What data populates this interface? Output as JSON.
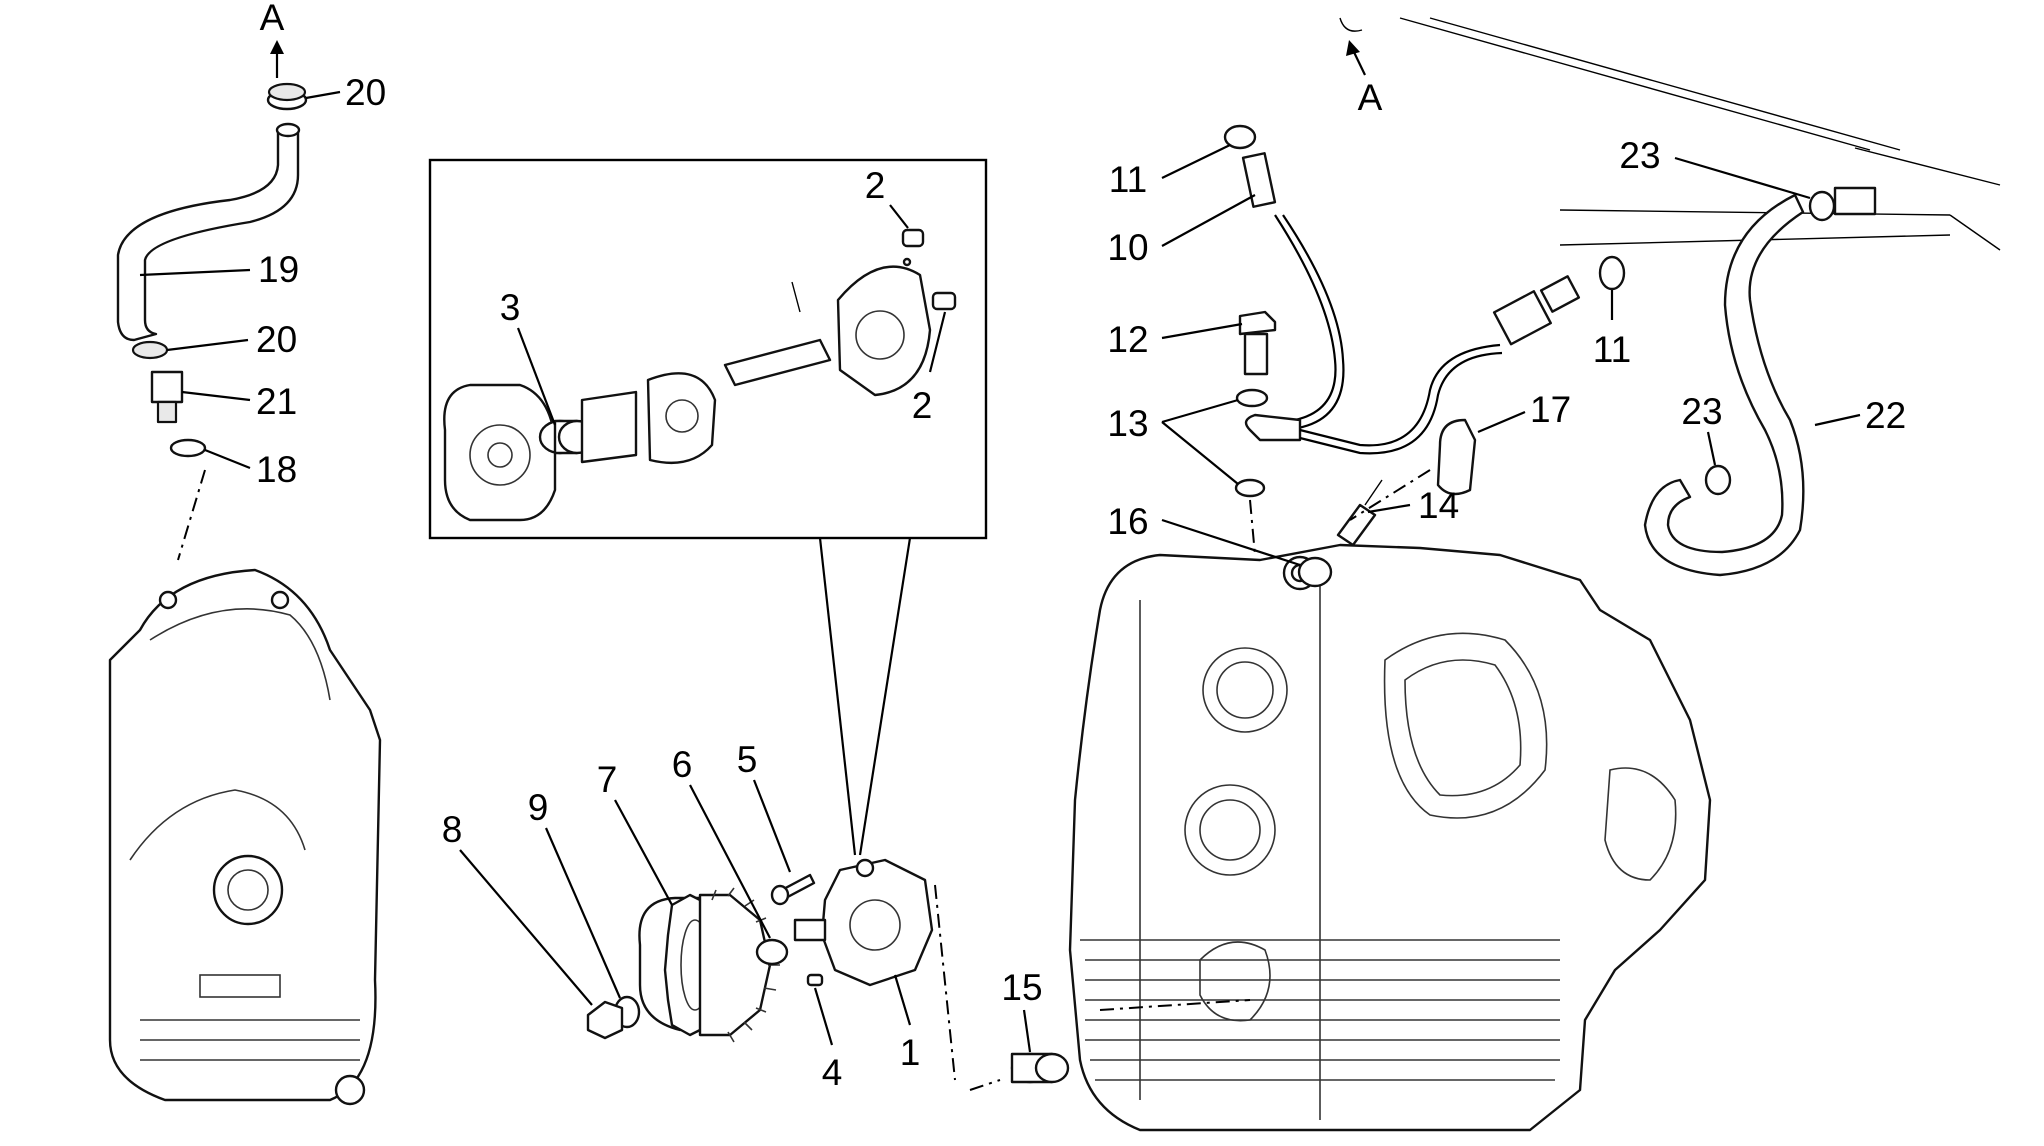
{
  "diagram": {
    "arrow_labels": [
      "A",
      "A"
    ],
    "callouts": {
      "c1": "1",
      "c2a": "2",
      "c2b": "2",
      "c3": "3",
      "c4": "4",
      "c5": "5",
      "c6": "6",
      "c7": "7",
      "c8": "8",
      "c9": "9",
      "c10": "10",
      "c11a": "11",
      "c11b": "11",
      "c12": "12",
      "c13": "13",
      "c14": "14",
      "c15": "15",
      "c16": "16",
      "c17": "17",
      "c18": "18",
      "c19": "19",
      "c20a": "20",
      "c20b": "20",
      "c21": "21",
      "c22": "22",
      "c23a": "23",
      "c23b": "23"
    }
  }
}
